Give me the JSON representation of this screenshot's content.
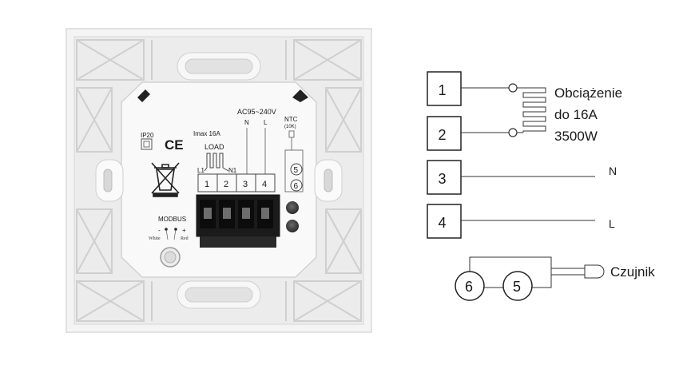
{
  "device": {
    "ip_rating": "IP20",
    "ce_mark": "CE",
    "imax": "Imax 16A",
    "voltage": "AC95~240V",
    "load_label": "LOAD",
    "l1": "L1",
    "n1": "N1",
    "n_label": "N",
    "l_label": "L",
    "ntc_label": "NTC",
    "ntc_value": "(10K)",
    "modbus": "MODBUS",
    "modbus_minus": "-",
    "modbus_plus": "+",
    "modbus_white": "White",
    "modbus_red": "Red",
    "terminals": [
      "1",
      "2",
      "3",
      "4"
    ],
    "ntc_terminals": [
      "5",
      "6"
    ]
  },
  "wiring": {
    "boxes": [
      "1",
      "2",
      "3",
      "4"
    ],
    "load_text": [
      "Obciążenie",
      "do 16A",
      "3500W"
    ],
    "n_text": "N",
    "l_text": "L",
    "sensor_circles": [
      "6",
      "5"
    ],
    "sensor_text": "Czujnik"
  }
}
